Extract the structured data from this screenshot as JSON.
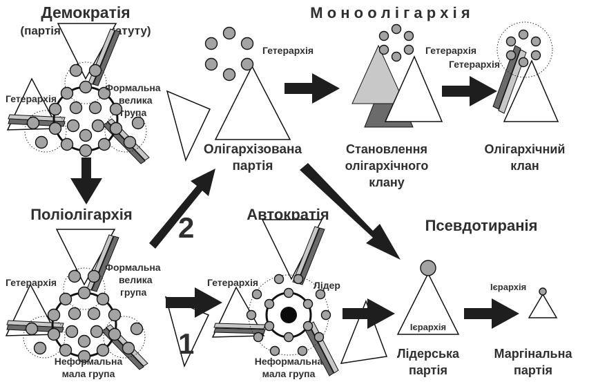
{
  "sections": {
    "democracy": {
      "title": "Демократія",
      "subtitle": "(партія згідно статуту)"
    },
    "monooligarchy": {
      "title": "М о н о о л і г а р х і я"
    },
    "polioligarchy": {
      "title": "Поліолігархія"
    },
    "autocracy": {
      "title": "Автократія"
    },
    "pseudotyranny": {
      "title": "Псевдотиранія"
    }
  },
  "labels": {
    "heterarchy": "Гетерархія",
    "formal_group_1": "Формальна",
    "formal_group_2": "велика",
    "formal_group_3": "група",
    "informal_group_1": "Неформальна",
    "informal_group_2": "мала група",
    "leader": "Лідер",
    "hierarchy": "Ієрархія",
    "oligarchized_party_1": "Олігархізована",
    "oligarchized_party_2": "партія",
    "clan_formation_1": "Становлення",
    "clan_formation_2": "олігархічного",
    "clan_formation_3": "клану",
    "oligarchic_clan_1": "Олігархічний",
    "oligarchic_clan_2": "клан",
    "leader_party_1": "Лідерська",
    "leader_party_2": "партія",
    "marginal_party_1": "Маргінальна",
    "marginal_party_2": "партія"
  },
  "path_numbers": {
    "path_1": "1",
    "path_2": "2"
  },
  "colors": {
    "node_fill": "#a3a3a3",
    "bar_dark": "#6b6b6b",
    "bar_light": "#c8c8c8",
    "ink": "#1e1e1e"
  }
}
